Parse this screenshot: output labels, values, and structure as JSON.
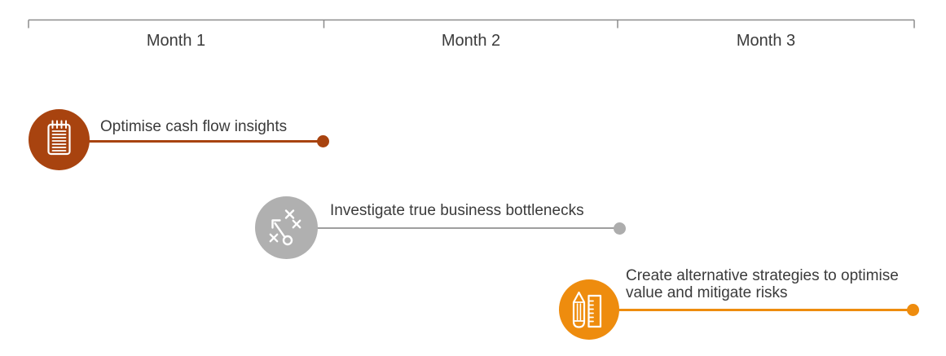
{
  "text_color": "#3B3B3B",
  "axis": {
    "color": "#8C8C8C",
    "months": [
      {
        "label": "Month 1"
      },
      {
        "label": "Month 2"
      },
      {
        "label": "Month 3"
      }
    ]
  },
  "milestones": [
    {
      "label": "Optimise cash flow insights",
      "icon": "notepad-icon",
      "circle_color": "#A8430F",
      "line_color": "#A8430F",
      "dot_color": "#A8430F"
    },
    {
      "label": "Investigate true business bottlenecks",
      "icon": "strategy-icon",
      "circle_color": "#B0B0B0",
      "line_color": "#9E9E9E",
      "dot_color": "#ADADAD"
    },
    {
      "label": "Create alternative strategies to optimise value and mitigate risks",
      "icon": "pencil-ruler-icon",
      "circle_color": "#EE8C0E",
      "line_color": "#EE8C0E",
      "dot_color": "#EE8C0E"
    }
  ]
}
